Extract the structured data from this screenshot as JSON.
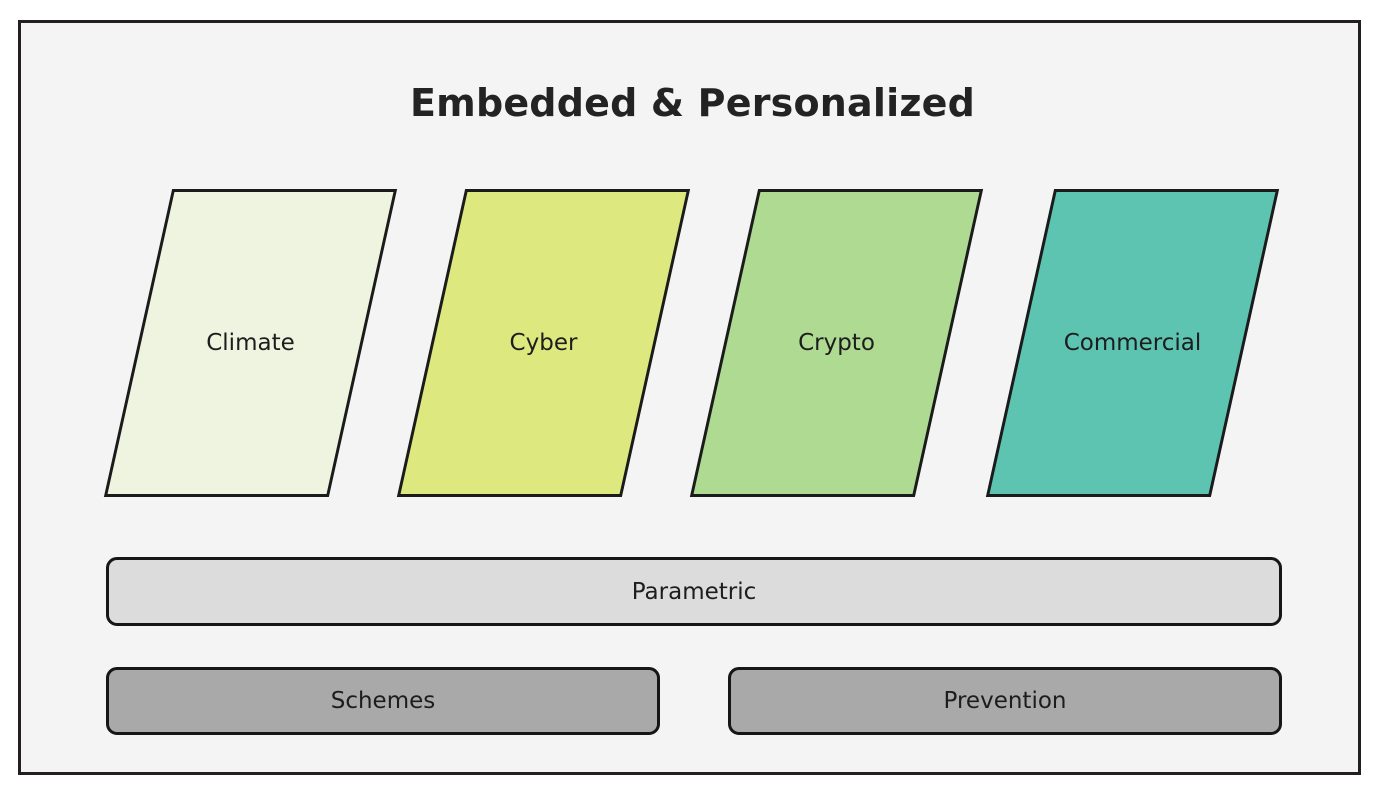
{
  "diagram": {
    "title": "Embedded & Personalized",
    "background_color": "#f4f4f4",
    "frame_color": "#231f20",
    "outline_color": "#1b1b1b",
    "text_color": "#1d1d1d",
    "parallelograms": [
      {
        "label": "Climate",
        "fill": "#eef4e0"
      },
      {
        "label": "Cyber",
        "fill": "#dde87f"
      },
      {
        "label": "Crypto",
        "fill": "#aeda92"
      },
      {
        "label": "Commercial",
        "fill": "#5ec4b2"
      }
    ],
    "bars": [
      {
        "label": "Parametric",
        "fill": "#dcdcdc"
      },
      {
        "label": "Schemes",
        "fill": "#a9a9a9"
      },
      {
        "label": "Prevention",
        "fill": "#a9a9a9"
      }
    ]
  }
}
